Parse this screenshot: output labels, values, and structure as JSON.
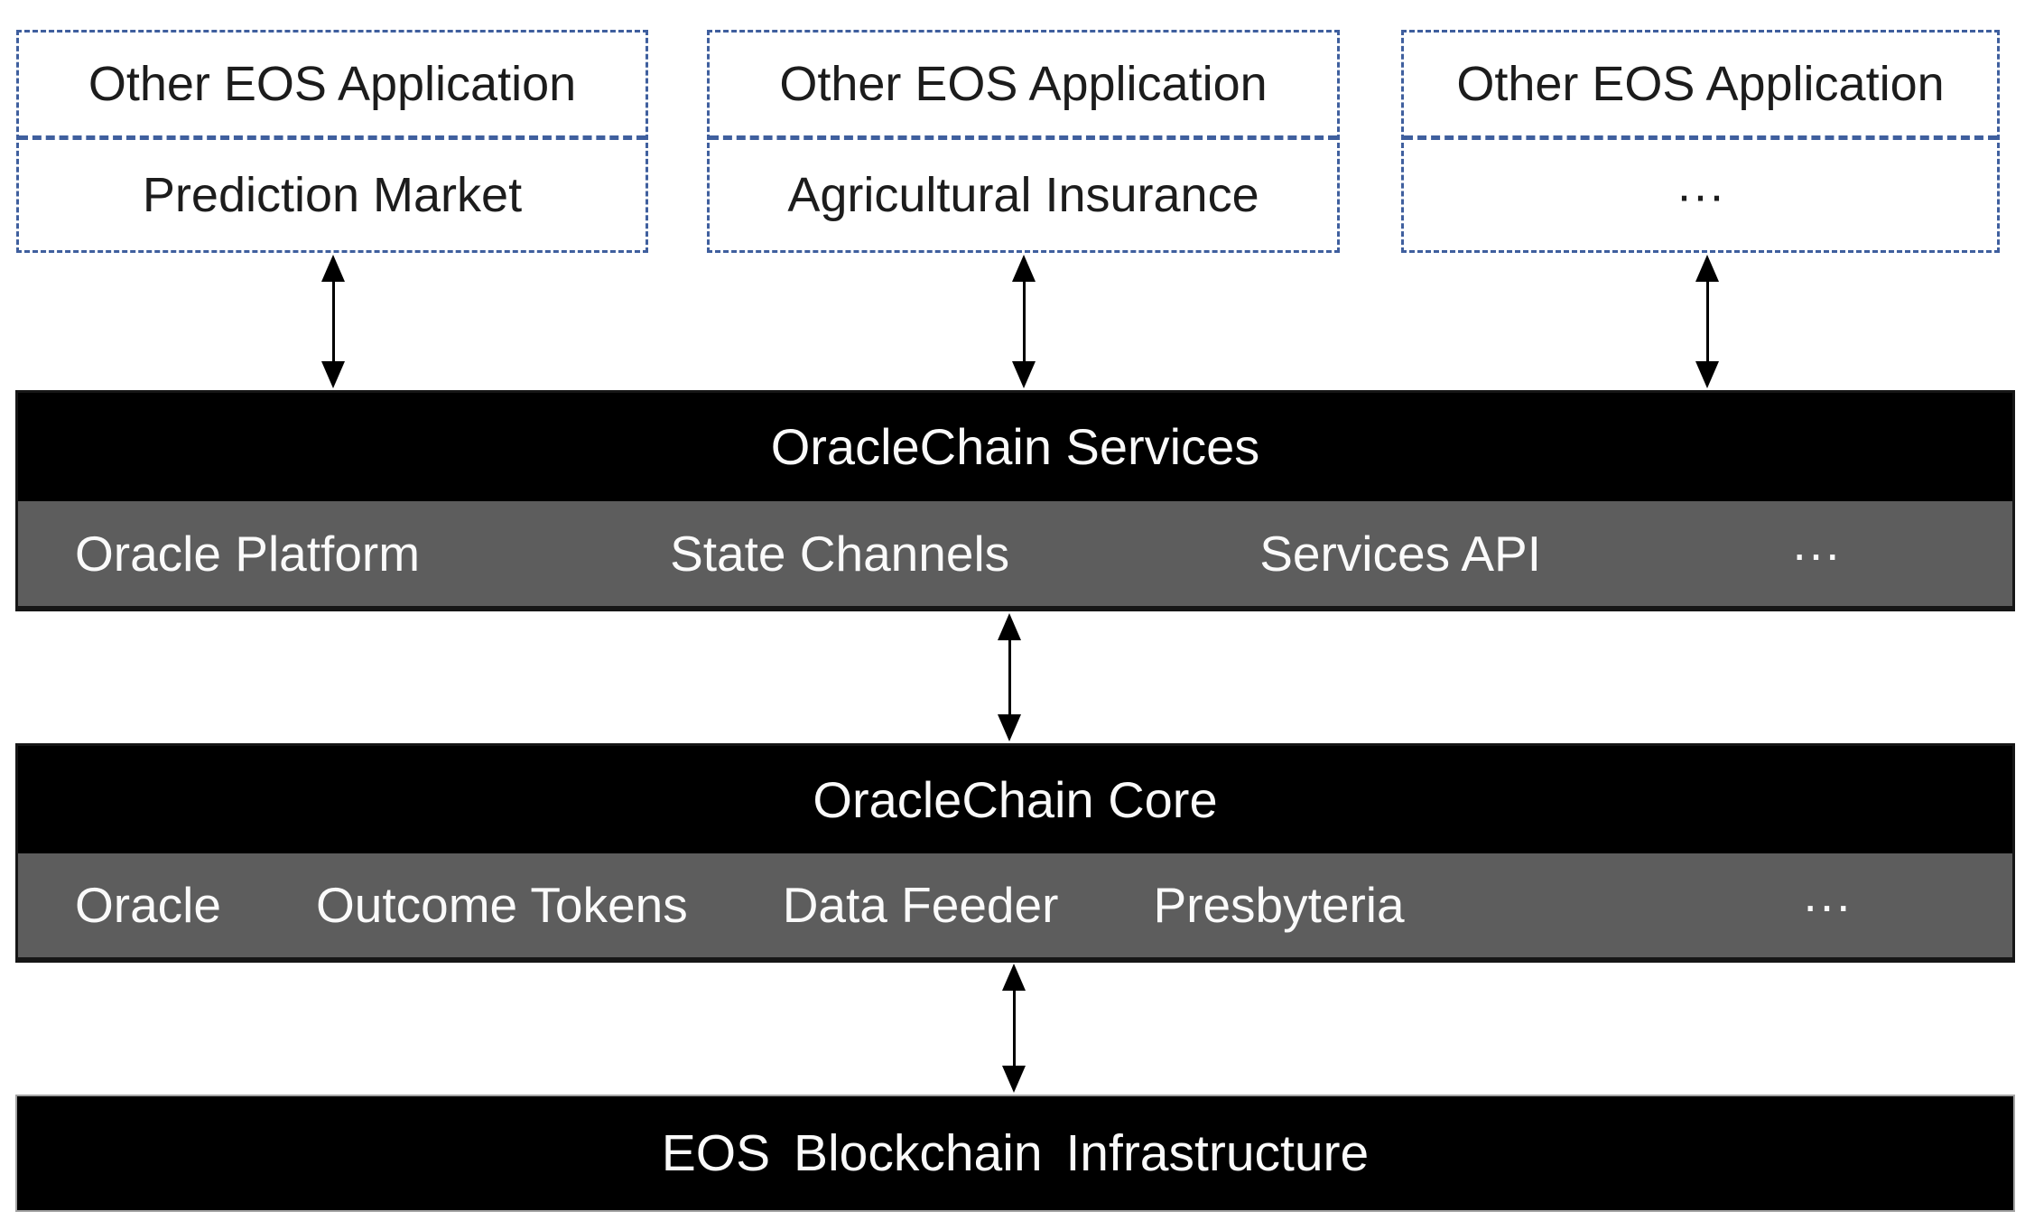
{
  "app_boxes": [
    {
      "title": "Other EOS Application",
      "subtitle": "Prediction Market"
    },
    {
      "title": "Other EOS Application",
      "subtitle": "Agricultural Insurance"
    },
    {
      "title": "Other EOS Application",
      "subtitle": "···"
    }
  ],
  "services_layer": {
    "title": "OracleChain Services",
    "items": [
      "Oracle Platform",
      "State Channels",
      "Services API",
      "···"
    ]
  },
  "core_layer": {
    "title": "OracleChain Core",
    "items": [
      "Oracle",
      "Outcome Tokens",
      "Data Feeder",
      "Presbyteria",
      "···"
    ]
  },
  "infrastructure_layer": {
    "title": "EOS Blockchain Infrastructure"
  },
  "colors": {
    "dashed_border": "#3f5f9e",
    "layer_header_bg": "#000000",
    "layer_sub_bg": "#5d5d5d",
    "text_on_dark": "#fafafa",
    "text_dark": "#1c1c1c",
    "arrow": "#000000"
  }
}
